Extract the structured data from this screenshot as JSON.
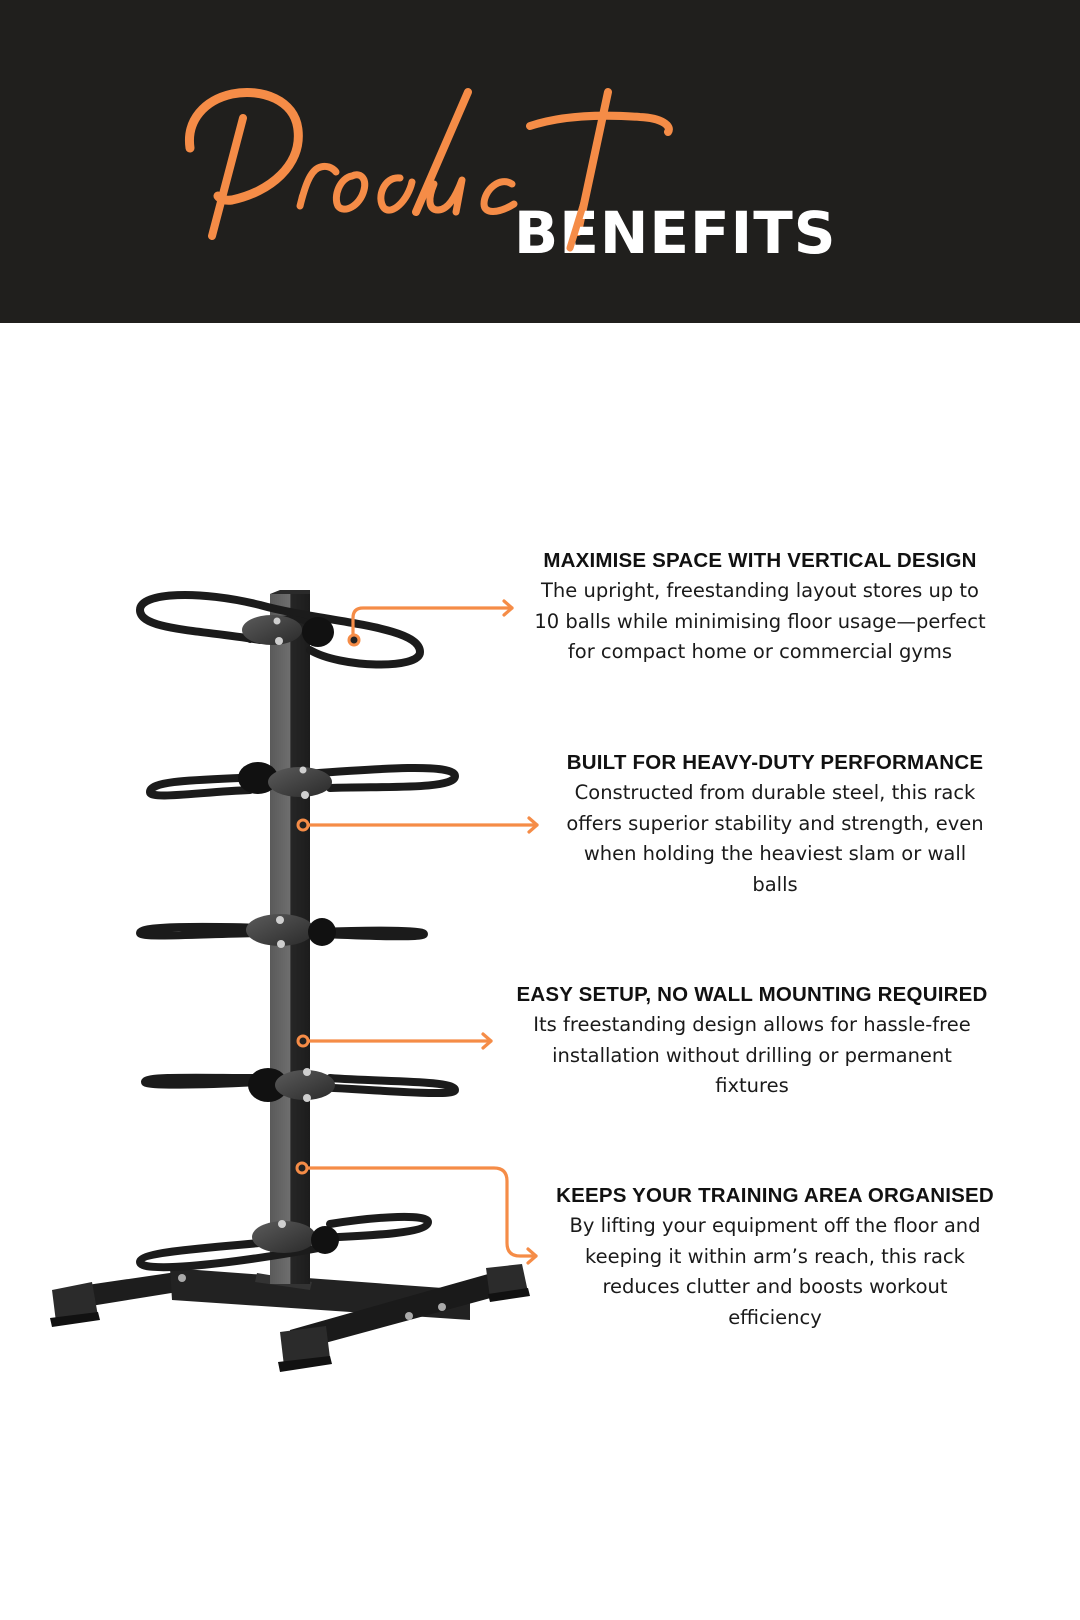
{
  "header": {
    "script_title": "Product",
    "title": "BENEFITS",
    "background_color": "#201f1d",
    "script_color": "#F58C47",
    "title_color": "#ffffff"
  },
  "accent_color": "#F58C47",
  "product_image": {
    "description": "black steel freestanding vertical ball storage rack with five tiers of looped ring holders on a square post and H-shaped base with rubber feet",
    "tiers": 5
  },
  "benefits": [
    {
      "title": "MAXIMISE SPACE WITH VERTICAL DESIGN",
      "lines": [
        "The upright, freestanding layout stores up to",
        "10 balls while minimising floor usage—perfect",
        "for compact home or commercial gyms"
      ]
    },
    {
      "title": "BUILT FOR HEAVY-DUTY PERFORMANCE",
      "lines": [
        "Constructed from durable steel, this rack",
        "offers superior stability and strength, even",
        "when holding the heaviest slam or wall",
        "balls"
      ]
    },
    {
      "title": "EASY SETUP, NO WALL MOUNTING REQUIRED",
      "lines": [
        "Its freestanding design allows for hassle-free",
        "installation without drilling or permanent",
        "fixtures"
      ]
    },
    {
      "title": "KEEPS YOUR TRAINING AREA ORGANISED",
      "lines": [
        "By lifting your equipment off the floor and",
        "keeping it within arm’s reach, this rack",
        "reduces clutter and boosts workout",
        "efficiency"
      ]
    }
  ]
}
